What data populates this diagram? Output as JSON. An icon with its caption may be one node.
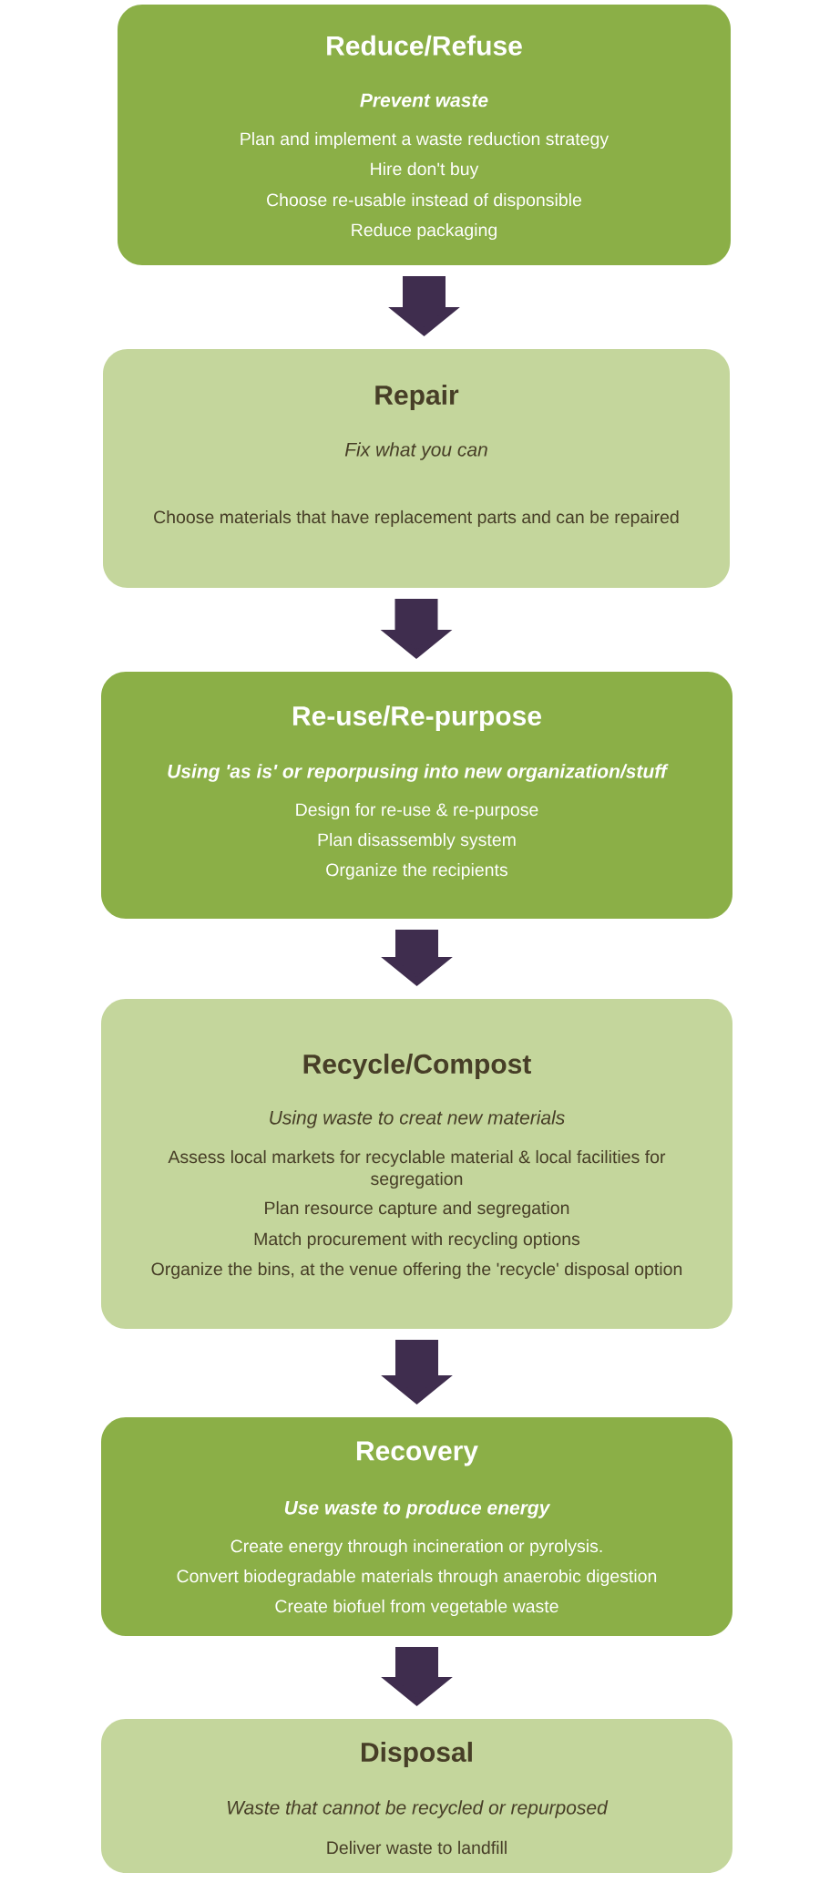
{
  "diagram": {
    "nodes": [
      {
        "text": [
          "Reduce/Refuse",
          "Prevent waste",
          "Plan and implement a waste reduction strategy",
          "Hire don't buy",
          "Choose re-usable instead of disponsible",
          "Reduce packaging"
        ]
      },
      {
        "text": [
          "Repair",
          "Fix what you can",
          "Choose materials that have replacement parts and can be repaired"
        ]
      },
      {
        "text": [
          "Re-use/Re-purpose",
          "Using 'as is' or reporpusing into new organization/stuff",
          "Design for re-use & re-purpose",
          "Plan disassembly system",
          "Organize the recipients"
        ]
      },
      {
        "text": [
          "Recycle/Compost",
          "Using waste to creat new materials",
          "Assess local markets for recyclable material & local facilities for segregation",
          "Plan resource capture and segregation",
          "Match procurement with recycling options",
          "Organize the bins, at the venue offering the 'recycle' disposal option"
        ]
      },
      {
        "text": [
          "Recovery",
          "Use waste to produce energy",
          "Create energy through incineration or pyrolysis.",
          "Convert biodegradable materials through anaerobic digestion",
          "Create biofuel from vegetable waste"
        ]
      },
      {
        "text": [
          "Disposal",
          "Waste that cannot be recycled or repurposed",
          "Deliver waste to landfill"
        ]
      }
    ],
    "edges": [
      {
        "from": 0,
        "to": 1,
        "arrow": "to"
      },
      {
        "from": 1,
        "to": 2,
        "arrow": "to"
      },
      {
        "from": 2,
        "to": 3,
        "arrow": "to"
      },
      {
        "from": 3,
        "to": 4,
        "arrow": "to"
      },
      {
        "from": 4,
        "to": 5,
        "arrow": "to"
      }
    ]
  }
}
